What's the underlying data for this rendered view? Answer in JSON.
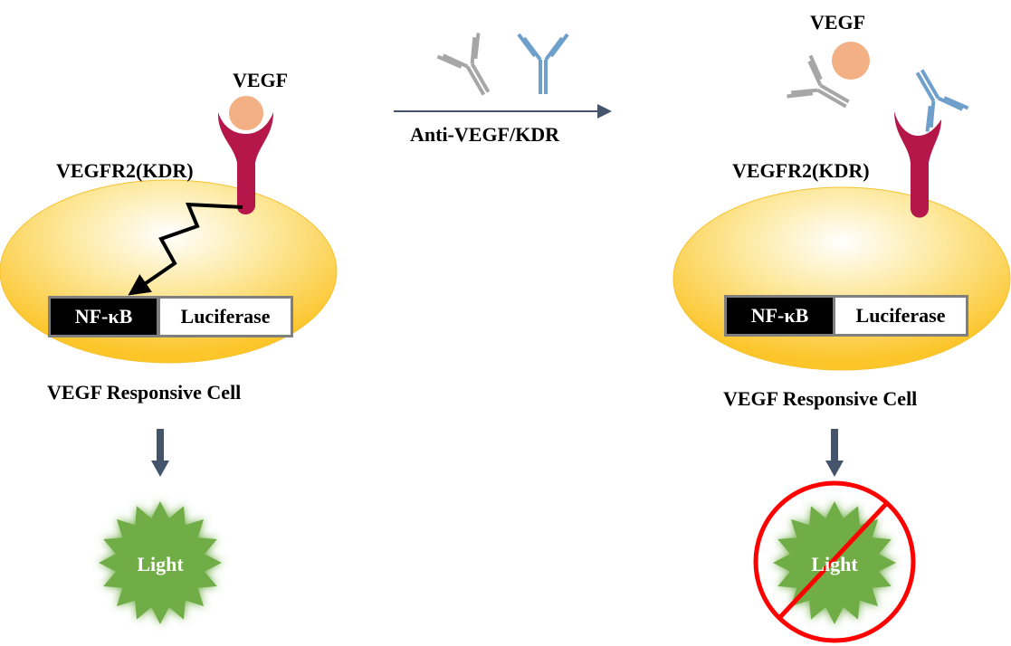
{
  "diagram": {
    "title": "VEGF responsive cell luciferase reporter assay with anti-VEGF/KDR antibodies",
    "colors": {
      "cell_fill": "#fcd44c",
      "cell_center": "#ffffff",
      "receptor": "#b5174a",
      "vegf_ligand": "#f2b084",
      "antibody_gray": "#a6a6a6",
      "antibody_blue": "#6fa0cc",
      "arrow": "#44546a",
      "light_green": "#70ad47",
      "prohibit_red": "#ff0000",
      "box_border": "#7f7f7f"
    },
    "left_panel": {
      "ligand_label": "VEGF",
      "receptor_label": "VEGFR2(KDR)",
      "promoter_label": "NF-κB",
      "reporter_label": "Luciferase",
      "cell_label": "VEGF Responsive Cell",
      "output_label": "Light",
      "signal_active": true
    },
    "center": {
      "treatment_label": "Anti-VEGF/KDR",
      "antibodies": [
        "anti-VEGF (gray)",
        "anti-KDR (blue)"
      ]
    },
    "right_panel": {
      "ligand_label": "VEGF",
      "receptor_label": "VEGFR2(KDR)",
      "promoter_label": "NF-κB",
      "reporter_label": "Luciferase",
      "cell_label": "VEGF Responsive Cell",
      "output_label": "Light",
      "signal_active": false
    }
  }
}
